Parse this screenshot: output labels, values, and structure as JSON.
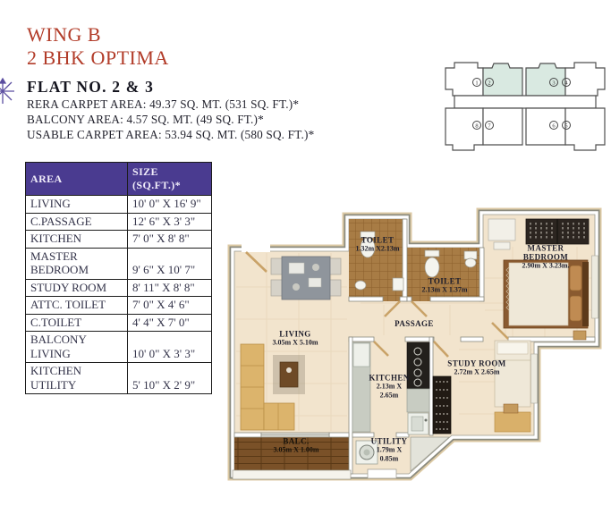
{
  "header": {
    "wing": "WING B",
    "unit_type": "2 BHK OPTIMA",
    "flat_no": "FLAT NO. 2 & 3",
    "area_lines": [
      "RERA CARPET AREA: 49.37 SQ. MT.  (531 SQ. FT.)*",
      "BALCONY AREA: 4.57 SQ. MT. (49 SQ. FT.)*",
      "USABLE CARPET AREA: 53.94 SQ. MT.  (580 SQ. FT.)*"
    ]
  },
  "area_table": {
    "headers": [
      "AREA",
      "SIZE (SQ.FT.)*"
    ],
    "rows": [
      [
        "LIVING",
        "10' 0\" X 16' 9\""
      ],
      [
        "C.PASSAGE",
        "12' 6\" X 3' 3\""
      ],
      [
        "KITCHEN",
        "7' 0\" X 8' 8\""
      ],
      [
        "MASTER BEDROOM",
        "9' 6\" X 10' 7\""
      ],
      [
        "STUDY ROOM",
        "8' 11\" X 8' 8\""
      ],
      [
        "ATTC. TOILET",
        "7' 0\" X 4' 6\""
      ],
      [
        "C.TOILET",
        "4' 4\" X 7' 0\""
      ],
      [
        "BALCONY LIVING",
        "10' 0\" X 3' 3\""
      ],
      [
        "KITCHEN UTILITY",
        "5' 10\" X 2' 9\""
      ]
    ]
  },
  "key_plan": {
    "top_row_units": [
      "1",
      "2",
      "3",
      "4"
    ],
    "bottom_row_units": [
      "8",
      "7",
      "6",
      "5"
    ],
    "highlighted_units": [
      "2",
      "3"
    ]
  },
  "floor_plan": {
    "rooms": [
      {
        "name": "TOILET",
        "dim": "1.32m X2.13m"
      },
      {
        "name": "TOILET",
        "dim": "2.13m X 1.37m"
      },
      {
        "name": "MASTER BEDROOM",
        "dim": "2.90m X 3.23m."
      },
      {
        "name": "PASSAGE",
        "dim": ""
      },
      {
        "name": "LIVING",
        "dim": "3.05m X 5.10m"
      },
      {
        "name": "KITCHEN",
        "dim": "2.13m X\n2.65m"
      },
      {
        "name": "STUDY ROOM",
        "dim": "2.72m X 2.65m"
      },
      {
        "name": "UTILITY",
        "dim": "1.79m X\n0.85m"
      },
      {
        "name": "BALC.",
        "dim": "3.05m X 1.00m"
      }
    ]
  },
  "colors": {
    "title_red": "#b23c29",
    "table_header_bg": "#4a3b90",
    "keyplan_highlight": "#d9e9e1",
    "plan_floor": "#f2e4cd",
    "toilet_tile": "#a87c45",
    "balcony_wood": "#7a5128"
  }
}
